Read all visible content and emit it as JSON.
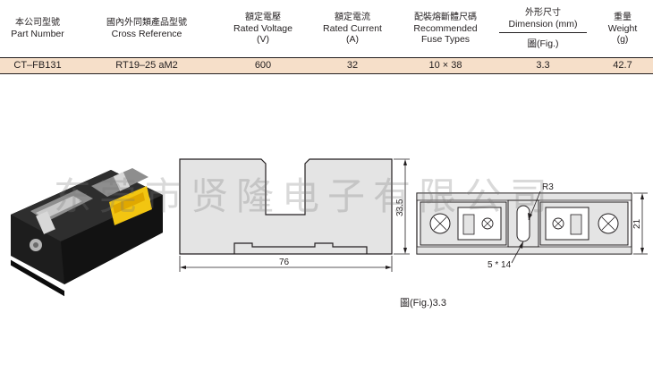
{
  "table": {
    "headers": {
      "part_number": {
        "zh": "本公司型號",
        "en": "Part Number"
      },
      "cross_reference": {
        "zh": "國內外同類產品型號",
        "en": "Cross Reference"
      },
      "rated_voltage": {
        "zh": "額定電壓",
        "en": "Rated Voltage",
        "unit": "(V)"
      },
      "rated_current": {
        "zh": "額定電流",
        "en": "Rated Current",
        "unit": "(A)"
      },
      "fuse_types": {
        "zh": "配裝熔斷體尺碼",
        "en": "Recommended",
        "en2": "Fuse Types"
      },
      "dimension": {
        "zh": "外形尺寸",
        "en": "Dimension (mm)",
        "sub": "圖(Fig.)"
      },
      "weight": {
        "zh": "重量",
        "en": "Weight",
        "unit": "(g)"
      }
    },
    "row": {
      "part_number": "CT–FB131",
      "cross_reference": "RT19–25 aM2",
      "rated_voltage": "600",
      "rated_current": "32",
      "fuse_types": "10 × 38",
      "dimension": "3.3",
      "weight": "42.7"
    }
  },
  "drawing": {
    "width_label": "76",
    "height_label": "33.5",
    "radius_label": "R3",
    "slot_label": "5 * 14",
    "side_label": "21"
  },
  "watermark": "东莞市贤隆电子有限公司",
  "caption": "圖(Fig.)3.3"
}
